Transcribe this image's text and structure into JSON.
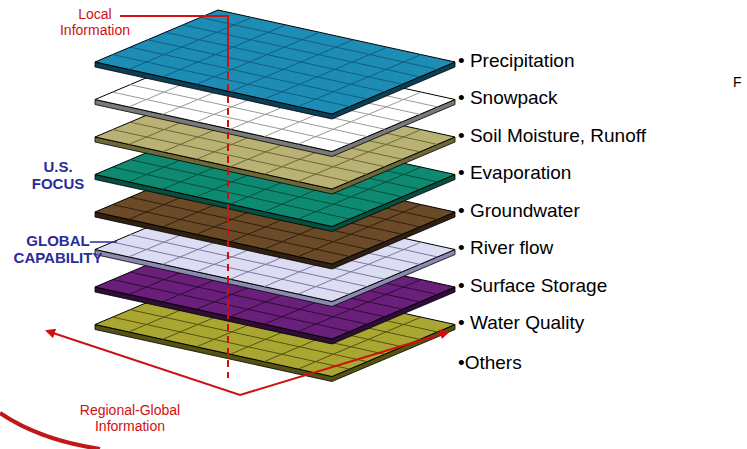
{
  "diagram": {
    "labels": [
      "Local Information",
      "U.S. FOCUS",
      "GLOBAL CAPABILITY",
      "Regional-Global Information",
      "• Precipitation",
      "• Snowpack",
      "• Soil Moisture, Runoff",
      "• Evaporation",
      "• Groundwater",
      "• River flow",
      "• Surface Storage",
      "• Water Quality",
      "•Others",
      "F"
    ]
  }
}
